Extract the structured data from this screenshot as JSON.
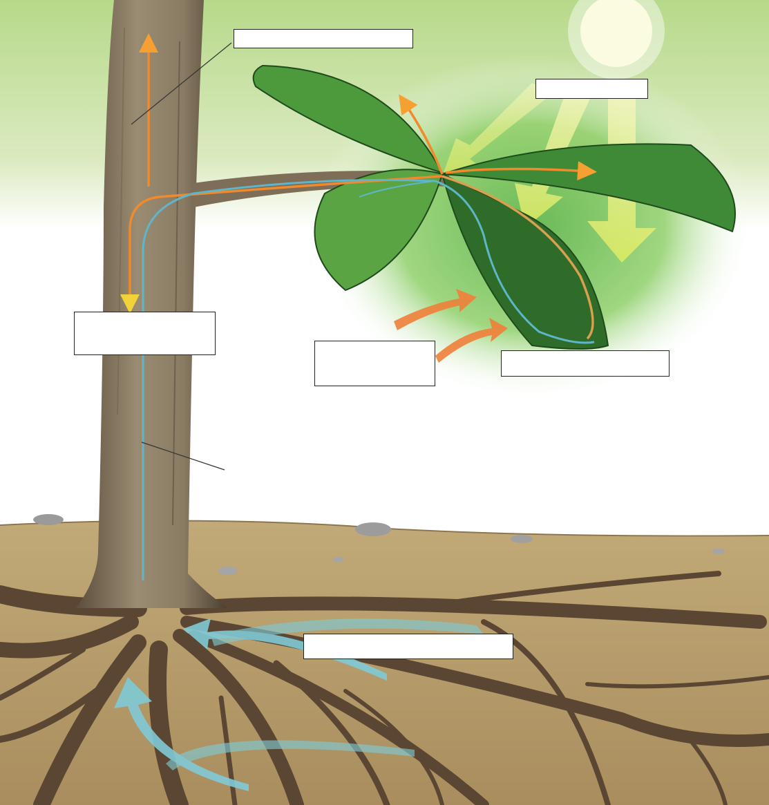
{
  "diagram": {
    "labels": {
      "top_trunk": "",
      "sunlight": "",
      "trunk_left": "",
      "gas_input": "",
      "leaf": "",
      "roots": ""
    },
    "colors": {
      "sky_green": "#a9cf74",
      "leaf_green": "#3f8a36",
      "trunk_brown": "#8a7a60",
      "soil": "#b79f6c",
      "sap_orange": "#f08a2c",
      "water_blue": "#5fb6c8",
      "sun_yellow": "#f2f3a0"
    },
    "icons": [
      "sun-icon",
      "tree-trunk",
      "leaf-cluster",
      "root-system"
    ]
  }
}
